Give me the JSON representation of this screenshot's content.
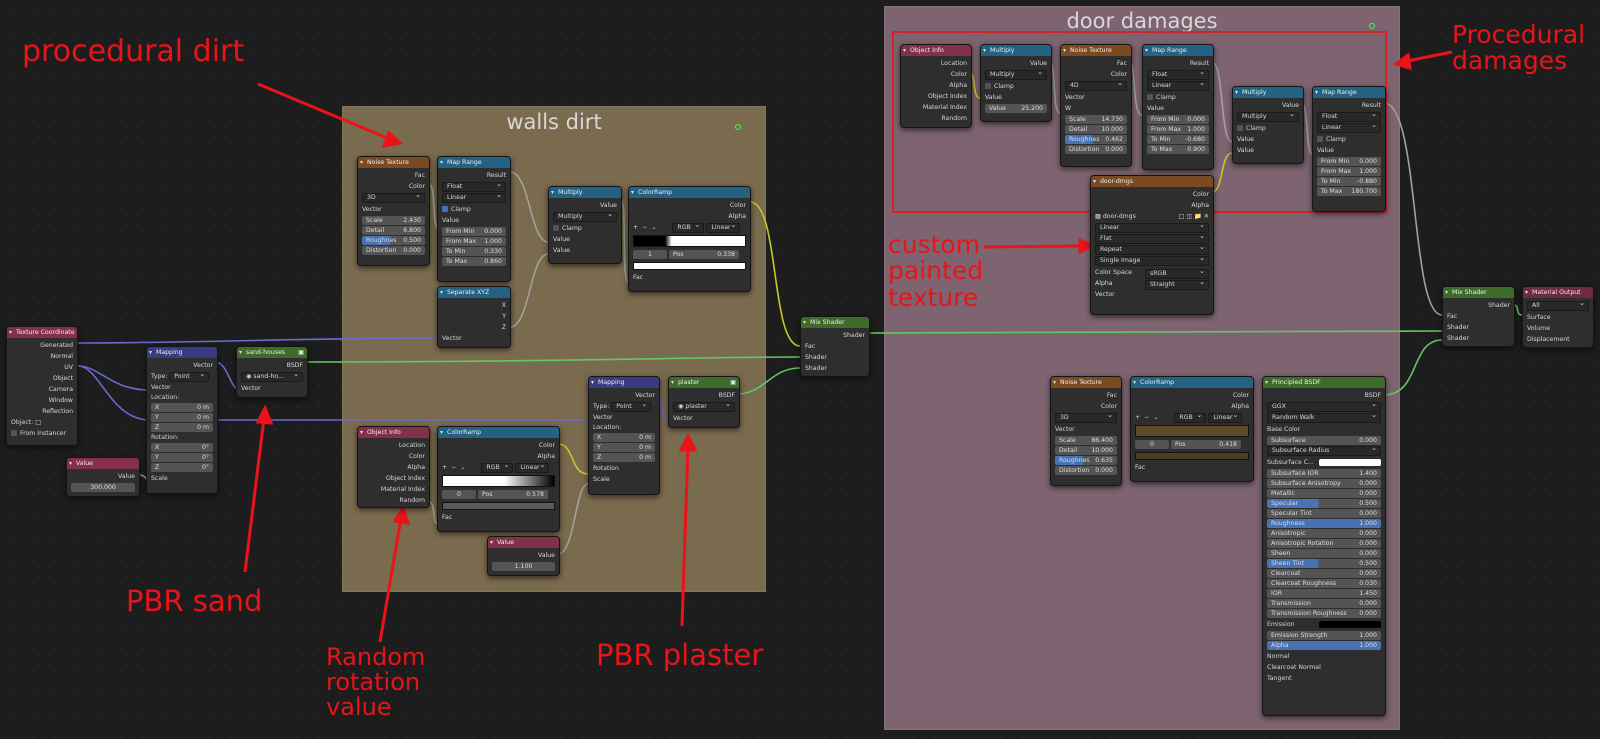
{
  "frames": {
    "walls_dirt": "walls dirt",
    "door_damages": "door damages"
  },
  "annotations": {
    "procedural_dirt": "procedural dirt",
    "procedural_damages_1": "Procedural",
    "procedural_damages_2": "damages",
    "custom_painted_1": "custom",
    "custom_painted_2": "painted",
    "custom_painted_3": "texture",
    "pbr_sand": "PBR sand",
    "random_rot_1": "Random",
    "random_rot_2": "rotation",
    "random_rot_3": "value",
    "pbr_plaster": "PBR plaster"
  },
  "colors": {
    "annotation": "#e8141a",
    "frame_walls": "#7a6a4e",
    "frame_door": "#7d6470"
  },
  "nodes": {
    "texcoord": {
      "title": "Texture Coordinate",
      "outputs": [
        "Generated",
        "Normal",
        "UV",
        "Object",
        "Camera",
        "Window",
        "Reflection"
      ],
      "object_label": "Object:",
      "from_instancer": "From Instancer"
    },
    "value_main": {
      "title": "Value",
      "out": "Value",
      "val": "300.000"
    },
    "mapping1": {
      "title": "Mapping",
      "out": "Vector",
      "type_label": "Type:",
      "type": "Point",
      "in_vector": "Vector",
      "location": "Location:",
      "rotation": "Rotation:",
      "x": "X",
      "y": "Y",
      "z": "Z",
      "loc_x": "0 m",
      "loc_y": "0 m",
      "loc_z": "0 m",
      "rot_x": "0°",
      "rot_y": "0°",
      "rot_z": "0°",
      "scale": "Scale"
    },
    "sand": {
      "title": "sand-houses",
      "out": "BSDF",
      "group": "sand-ho...",
      "in_vector": "Vector"
    },
    "noise1": {
      "title": "Noise Texture",
      "fac": "Fac",
      "color": "Color",
      "dim": "3D",
      "vector": "Vector",
      "scale": "Scale",
      "scale_v": "2.430",
      "detail": "Detail",
      "detail_v": "6.800",
      "rough": "Roughnes",
      "rough_v": "0.500",
      "dist": "Distortion",
      "dist_v": "0.000"
    },
    "maprange1": {
      "title": "Map Range",
      "result": "Result",
      "dtype": "Float",
      "interp": "Linear",
      "clamp": "Clamp",
      "value": "Value",
      "from_min": "From Min",
      "from_min_v": "0.000",
      "from_max": "From Max",
      "from_max_v": "1.000",
      "to_min": "To Min",
      "to_min_v": "0.330",
      "to_max": "To Max",
      "to_max_v": "0.860"
    },
    "multiply1": {
      "title": "Multiply",
      "out": "Value",
      "op": "Multiply",
      "clamp": "Clamp",
      "v1": "Value",
      "v2": "Value"
    },
    "colorramp1": {
      "title": "ColorRamp",
      "color": "Color",
      "alpha": "Alpha",
      "mode": "RGB",
      "interp": "Linear",
      "idx": "1",
      "pos": "Pos",
      "pos_v": "0.338",
      "fac": "Fac",
      "plus": "+",
      "minus": "−"
    },
    "sepxyz": {
      "title": "Separate XYZ",
      "x": "X",
      "y": "Y",
      "z": "Z",
      "vector": "Vector"
    },
    "objinfo1": {
      "title": "Object Info",
      "outs": [
        "Location",
        "Color",
        "Alpha",
        "Object Index",
        "Material Index",
        "Random"
      ]
    },
    "colorramp2": {
      "title": "ColorRamp",
      "color": "Color",
      "alpha": "Alpha",
      "mode": "RGB",
      "interp": "Linear",
      "idx": "0",
      "pos": "Pos",
      "pos_v": "0.578",
      "fac": "Fac",
      "plus": "+",
      "minus": "−"
    },
    "value2": {
      "title": "Value",
      "out": "Value",
      "val": "1.100"
    },
    "mapping2": {
      "title": "Mapping",
      "out": "Vector",
      "type_label": "Type:",
      "type": "Point",
      "in_vector": "Vector",
      "location": "Location:",
      "x": "X",
      "y": "Y",
      "z": "Z",
      "loc_x": "0 m",
      "loc_y": "0 m",
      "loc_z": "0 m",
      "rotation": "Rotation",
      "scale": "Scale"
    },
    "plaster": {
      "title": "plaster",
      "out": "BSDF",
      "group": "plaster",
      "in_vector": "Vector"
    },
    "mixshader1": {
      "title": "Mix Shader",
      "out": "Shader",
      "fac": "Fac",
      "s1": "Shader",
      "s2": "Shader"
    },
    "objinfo2": {
      "title": "Object Info",
      "outs": [
        "Location",
        "Color",
        "Alpha",
        "Object Index",
        "Material Index",
        "Random"
      ]
    },
    "multiply2": {
      "title": "Multiply",
      "out": "Value",
      "op": "Multiply",
      "clamp": "Clamp",
      "v1": "Value",
      "v2": "Value",
      "v2_v": "25.200"
    },
    "noise2": {
      "title": "Noise Texture",
      "fac": "Fac",
      "color": "Color",
      "dim": "4D",
      "vector": "Vector",
      "w": "W",
      "scale": "Scale",
      "scale_v": "14.730",
      "detail": "Detail",
      "detail_v": "10.000",
      "rough": "Roughnes",
      "rough_v": "0.462",
      "dist": "Distortion",
      "dist_v": "0.000"
    },
    "maprange2": {
      "title": "Map Range",
      "result": "Result",
      "dtype": "Float",
      "interp": "Linear",
      "clamp": "Clamp",
      "value": "Value",
      "from_min": "From Min",
      "from_min_v": "0.000",
      "from_max": "From Max",
      "from_max_v": "1.000",
      "to_min": "To Min",
      "to_min_v": "-0.680",
      "to_max": "To Max",
      "to_max_v": "0.900"
    },
    "multiply3": {
      "title": "Multiply",
      "out": "Value",
      "op": "Multiply",
      "clamp": "Clamp",
      "v1": "Value",
      "v2": "Value"
    },
    "maprange3": {
      "title": "Map Range",
      "result": "Result",
      "dtype": "Float",
      "interp": "Linear",
      "clamp": "Clamp",
      "value": "Value",
      "from_min": "From Min",
      "from_min_v": "0.000",
      "from_max": "From Max",
      "from_max_v": "1.000",
      "to_min": "To Min",
      "to_min_v": "-0.880",
      "to_max": "To Max",
      "to_max_v": "180.700"
    },
    "doordmgs": {
      "title": "door-dmgs",
      "color": "Color",
      "alpha": "Alpha",
      "image": "door-dmgs",
      "interp": "Linear",
      "proj": "Flat",
      "ext": "Repeat",
      "src": "Single Image",
      "cs_label": "Color Space",
      "cs": "sRGB",
      "alpha_label": "Alpha",
      "alpha_mode": "Straight",
      "vector": "Vector"
    },
    "noise3": {
      "title": "Noise Texture",
      "fac": "Fac",
      "color": "Color",
      "dim": "3D",
      "vector": "Vector",
      "scale": "Scale",
      "scale_v": "86.400",
      "detail": "Detail",
      "detail_v": "10.000",
      "rough": "Roughnes",
      "rough_v": "0.635",
      "dist": "Distortion",
      "dist_v": "0.000"
    },
    "colorramp3": {
      "title": "ColorRamp",
      "color": "Color",
      "alpha": "Alpha",
      "mode": "RGB",
      "interp": "Linear",
      "idx": "0",
      "pos": "Pos",
      "pos_v": "0.418",
      "fac": "Fac",
      "plus": "+",
      "minus": "−"
    },
    "principled": {
      "title": "Principled BSDF",
      "out": "BSDF",
      "dist": "GGX",
      "sss": "Random Walk",
      "fields": [
        {
          "label": "Base Color",
          "val": ""
        },
        {
          "label": "Subsurface",
          "val": "0.000"
        },
        {
          "label": "Subsurface Radius",
          "val": ""
        },
        {
          "label": "Subsurface C...",
          "val": ""
        },
        {
          "label": "Subsurface IOR",
          "val": "1.400"
        },
        {
          "label": "Subsurface Anisotropy",
          "val": "0.000"
        },
        {
          "label": "Metallic",
          "val": "0.000"
        },
        {
          "label": "Specular",
          "val": "0.500"
        },
        {
          "label": "Specular Tint",
          "val": "0.000"
        },
        {
          "label": "Roughness",
          "val": "1.000"
        },
        {
          "label": "Anisotropic",
          "val": "0.000"
        },
        {
          "label": "Anisotropic Rotation",
          "val": "0.000"
        },
        {
          "label": "Sheen",
          "val": "0.000"
        },
        {
          "label": "Sheen Tint",
          "val": "0.500"
        },
        {
          "label": "Clearcoat",
          "val": "0.000"
        },
        {
          "label": "Clearcoat Roughness",
          "val": "0.030"
        },
        {
          "label": "IOR",
          "val": "1.450"
        },
        {
          "label": "Transmission",
          "val": "0.000"
        },
        {
          "label": "Transmission Roughness",
          "val": "0.000"
        },
        {
          "label": "Emission",
          "val": ""
        },
        {
          "label": "Emission Strength",
          "val": "1.000"
        },
        {
          "label": "Alpha",
          "val": "1.000"
        },
        {
          "label": "Normal",
          "val": ""
        },
        {
          "label": "Clearcoat Normal",
          "val": ""
        },
        {
          "label": "Tangent",
          "val": ""
        }
      ]
    },
    "mixshader2": {
      "title": "Mix Shader",
      "out": "Shader",
      "fac": "Fac",
      "s1": "Shader",
      "s2": "Shader"
    },
    "matout": {
      "title": "Material Output",
      "target": "All",
      "surface": "Surface",
      "volume": "Volume",
      "disp": "Displacement"
    }
  }
}
